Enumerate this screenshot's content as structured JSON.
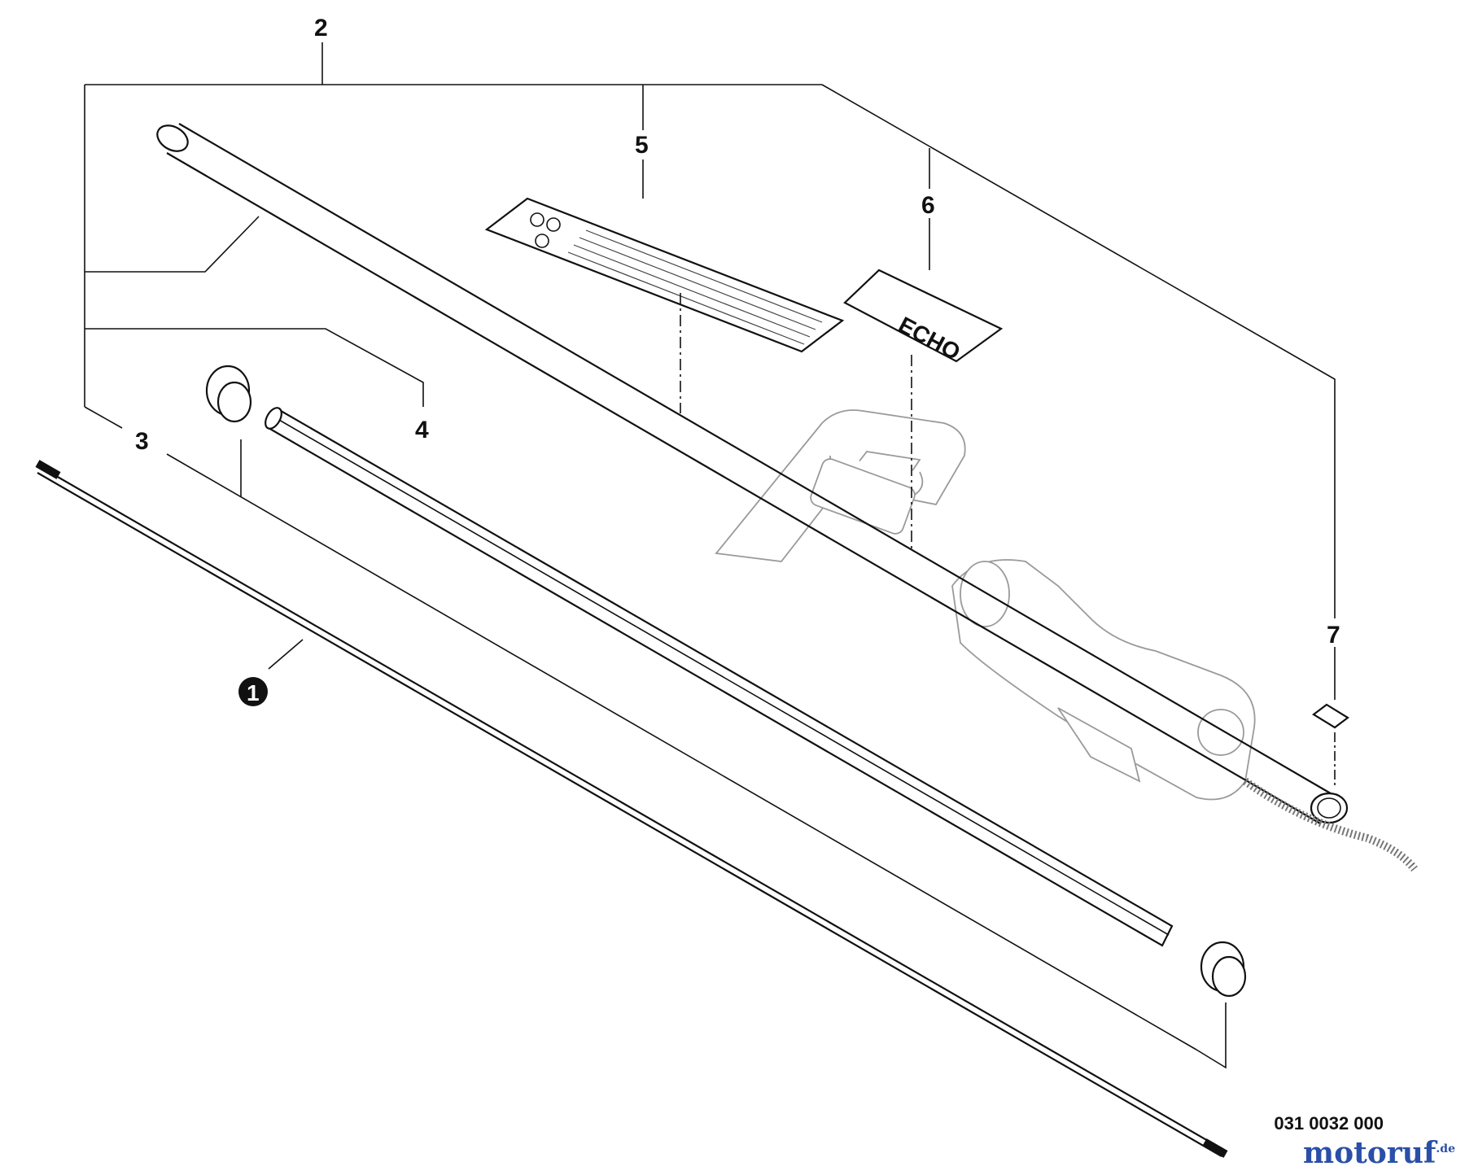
{
  "callouts": {
    "c1": "1",
    "c2": "2",
    "c3": "3",
    "c4": "4",
    "c5": "5",
    "c6": "6",
    "c7": "7"
  },
  "drawing_number": "031 0032 000",
  "watermark": {
    "name": "motoruf",
    "tld": ".de"
  },
  "decal_brand": "ECHO",
  "colors": {
    "line": "#111111",
    "ghost": "#9a9a9a",
    "watermark": "#2a4fa8"
  }
}
